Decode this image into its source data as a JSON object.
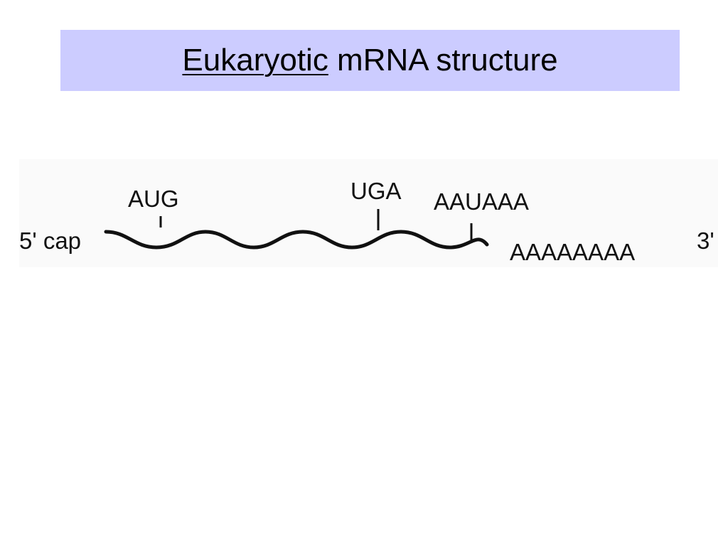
{
  "slide": {
    "title_underlined": "Eukaryotic",
    "title_rest": " mRNA structure"
  },
  "diagram": {
    "label_5prime": "5' cap",
    "label_3prime": "3'",
    "start_codon": "AUG",
    "stop_codon": "UGA",
    "poly_a_signal": "AAUAAA",
    "poly_a_tail": "AAAAAAAA"
  },
  "colors": {
    "title_background": "#ccccff",
    "strand": "#111111"
  }
}
